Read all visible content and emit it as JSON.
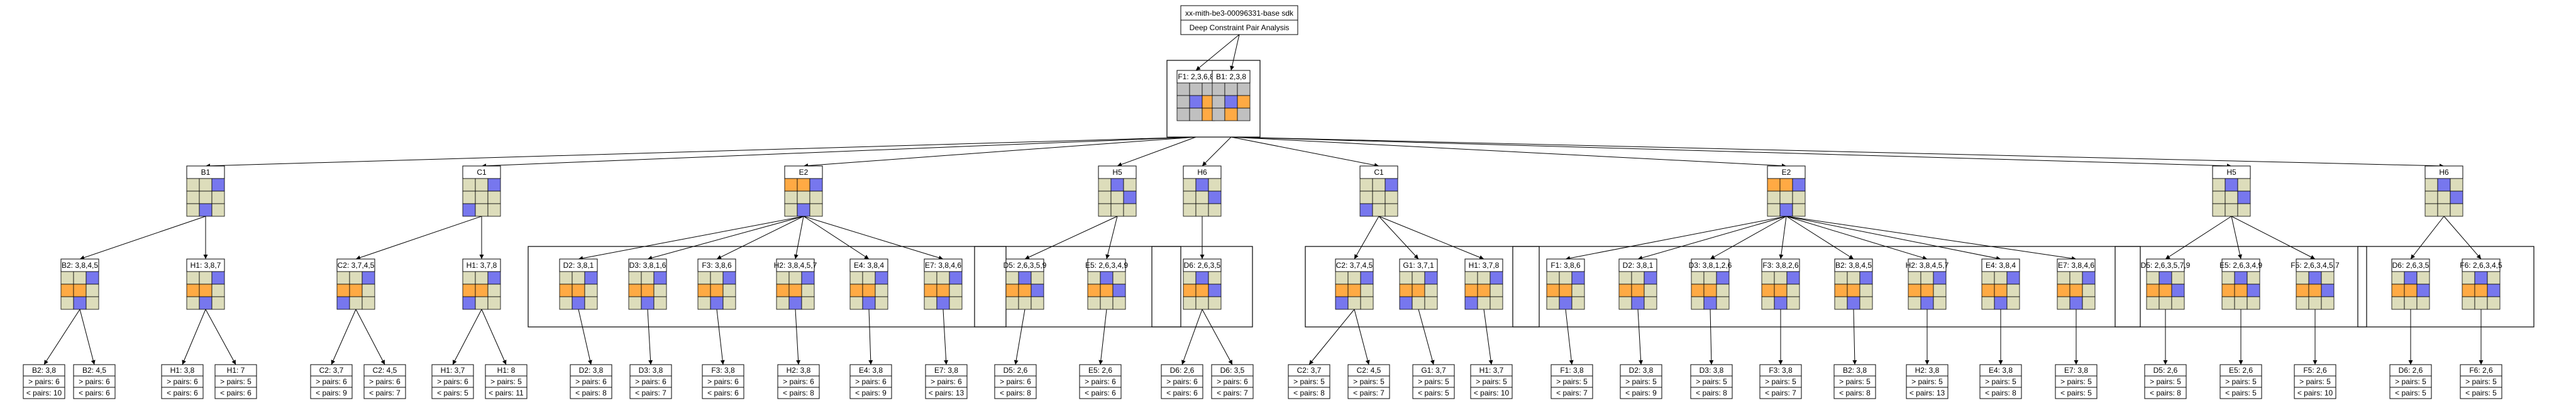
{
  "title": {
    "line1": "xx-mith-be3-00096331-base sdk",
    "line2": "Deep Constraint Pair Analysis"
  },
  "colors": {
    "beige": "#ddddbb",
    "gray": "#c0c0c0",
    "orange": "#ffaa44",
    "blue": "#7777ee"
  },
  "leaf_notes": [
    {
      "label": "B2: 3,8",
      "note": "> pairs: 6"
    },
    {
      "label": "B2: 4,5",
      "note": "> pairs: 6"
    },
    {
      "label": "H1: 3,8",
      "note": "> pairs: 6"
    },
    {
      "label": "H1: 7",
      "note": "> pairs: 5"
    },
    {
      "label": "C2: 3,7",
      "note": "> pairs: 6"
    },
    {
      "label": "C2: 4,5",
      "note": "> pairs: 6"
    },
    {
      "label": "H1: 3,7",
      "note": "> pairs: 6"
    },
    {
      "label": "H1: 8",
      "note": "> pairs: 5"
    },
    {
      "label": "D2: 3,8",
      "note": "> pairs: 6"
    },
    {
      "label": "D3: 3,8",
      "note": "> pairs: 6"
    },
    {
      "label": "F3: 3,8",
      "note": "> pairs: 6"
    },
    {
      "label": "H2: 3,8",
      "note": "> pairs: 6"
    },
    {
      "label": "E4: 3,8",
      "note": "> pairs: 6"
    },
    {
      "label": "E7: 3,8",
      "note": "> pairs: 6"
    },
    {
      "label": "D5: 2,6",
      "note": "> pairs: 6"
    },
    {
      "label": "E5: 2,6",
      "note": "> pairs: 6"
    },
    {
      "label": "D6: 2,6",
      "note": "> pairs: 6"
    },
    {
      "label": "D6: 3,5",
      "note": "> pairs: 6"
    },
    {
      "label": "C2: 3,7",
      "note": "> pairs: 5"
    },
    {
      "label": "C2: 4,5",
      "note": "> pairs: 5"
    },
    {
      "label": "G1: 3,7",
      "note": "> pairs: 5"
    },
    {
      "label": "H1: 3,7",
      "note": "> pairs: 5"
    },
    {
      "label": "F1: 3,8",
      "note": "> pairs: 5"
    },
    {
      "label": "D2: 3,8",
      "note": "> pairs: 5"
    },
    {
      "label": "D3: 3,8",
      "note": "> pairs: 5"
    },
    {
      "label": "F3: 3,8",
      "note": "> pairs: 5"
    },
    {
      "label": "B2: 3,8",
      "note": "> pairs: 5"
    },
    {
      "label": "H2: 3,8",
      "note": "> pairs: 5"
    },
    {
      "label": "E4: 3,8",
      "note": "> pairs: 5"
    },
    {
      "label": "E7: 3,8",
      "note": "> pairs: 5"
    },
    {
      "label": "D5: 2,6",
      "note": "> pairs: 5"
    },
    {
      "label": "E5: 2,6",
      "note": "> pairs: 5"
    },
    {
      "label": "F5: 2,6",
      "note": "> pairs: 5"
    },
    {
      "label": "D6: 2,6",
      "note": "> pairs: 5"
    },
    {
      "label": "F6: 2,6",
      "note": "> pairs: 5"
    }
  ],
  "leaf_notes2": [
    "< pairs: 10",
    "< pairs: 6",
    "< pairs: 6",
    "< pairs: 6",
    "< pairs: 9",
    "< pairs: 7",
    "< pairs: 5",
    "< pairs: 11",
    "< pairs: 8",
    "< pairs: 7",
    "< pairs: 6",
    "< pairs: 8",
    "< pairs: 9",
    "< pairs: 13",
    "< pairs: 8",
    "< pairs: 6",
    "< pairs: 6",
    "< pairs: 7",
    "< pairs: 8",
    "< pairs: 7",
    "< pairs: 5",
    "< pairs: 10",
    "< pairs: 7",
    "< pairs: 9",
    "< pairs: 8",
    "< pairs: 7",
    "< pairs: 8",
    "< pairs: 13",
    "< pairs: 8",
    "< pairs: 5",
    "< pairs: 8",
    "< pairs: 5",
    "< pairs: 10",
    "< pairs: 5",
    "< pairs: 5"
  ],
  "level0": [
    {
      "label": "F1: 2,3,6,8"
    },
    {
      "label": "B1: 2,3,8"
    }
  ],
  "level1": [
    {
      "label": "B1"
    },
    {
      "label": "C1"
    },
    {
      "label": "E2"
    },
    {
      "label": "H5"
    },
    {
      "label": "H6"
    },
    {
      "label": "C1"
    },
    {
      "label": "E2"
    },
    {
      "label": "H5"
    },
    {
      "label": "H6"
    }
  ],
  "level2": [
    {
      "label": "B2: 3,8,4,5"
    },
    {
      "label": "H1: 3,8,7"
    },
    {
      "label": "C2: 3,7,4,5"
    },
    {
      "label": "H1: 3,7,8"
    },
    {
      "label": "D2: 3,8,1"
    },
    {
      "label": "D3: 3,8,1,6"
    },
    {
      "label": "F3: 3,8,6"
    },
    {
      "label": "H2: 3,8,4,5,7"
    },
    {
      "label": "E4: 3,8,4"
    },
    {
      "label": "E7: 3,8,4,6"
    },
    {
      "label": "D5: 2,6,3,5,9"
    },
    {
      "label": "E5: 2,6,3,4,9"
    },
    {
      "label": "D6: 2,6,3,5"
    },
    {
      "label": "C2: 3,7,4,5"
    },
    {
      "label": "G1: 3,7,1"
    },
    {
      "label": "H1: 3,7,8"
    },
    {
      "label": "F1: 3,8,6"
    },
    {
      "label": "D2: 3,8,1"
    },
    {
      "label": "D3: 3,8,1,2,6"
    },
    {
      "label": "F3: 3,8,2,6"
    },
    {
      "label": "B2: 3,8,4,5"
    },
    {
      "label": "H2: 3,8,4,5,7"
    },
    {
      "label": "E4: 3,8,4"
    },
    {
      "label": "E7: 3,8,4,6"
    },
    {
      "label": "D5: 2,6,3,5,7,9"
    },
    {
      "label": "E5: 2,6,3,4,9"
    },
    {
      "label": "F5: 2,6,3,4,5,7"
    },
    {
      "label": "D6: 2,6,3,5"
    },
    {
      "label": "F6: 2,6,3,4,5"
    }
  ]
}
